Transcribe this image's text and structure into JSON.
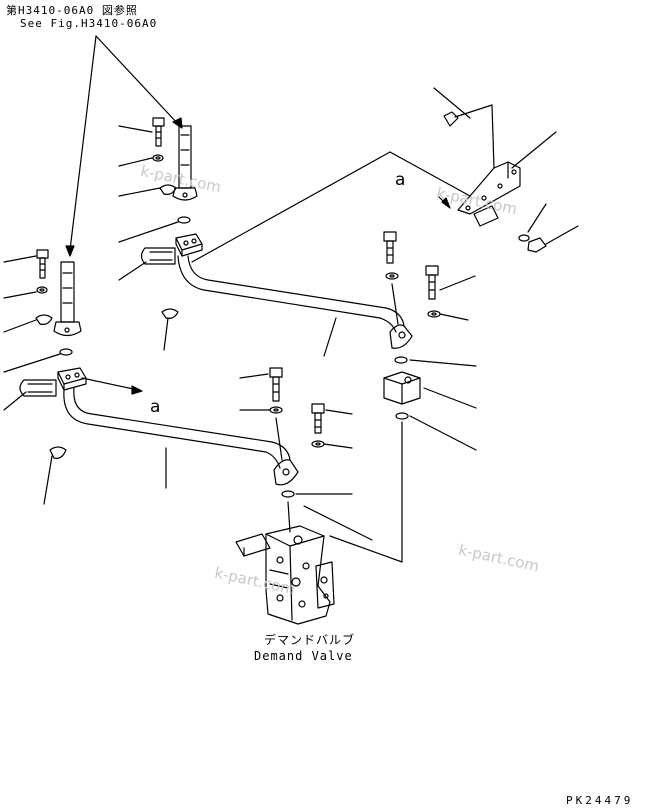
{
  "header": {
    "ref_ja": "第H3410-06A0 図参照",
    "ref_en": "See Fig.H3410-06A0"
  },
  "callouts": {
    "a_upper": "a",
    "a_lower": "a"
  },
  "component": {
    "name_ja": "デマンドバルブ",
    "name_en": "Demand Valve"
  },
  "footer": {
    "sheet_code": "PK24479"
  },
  "watermark": {
    "text": "k-part.com"
  },
  "colors": {
    "ink": "#000000",
    "watermark": "#c8c8c8"
  }
}
